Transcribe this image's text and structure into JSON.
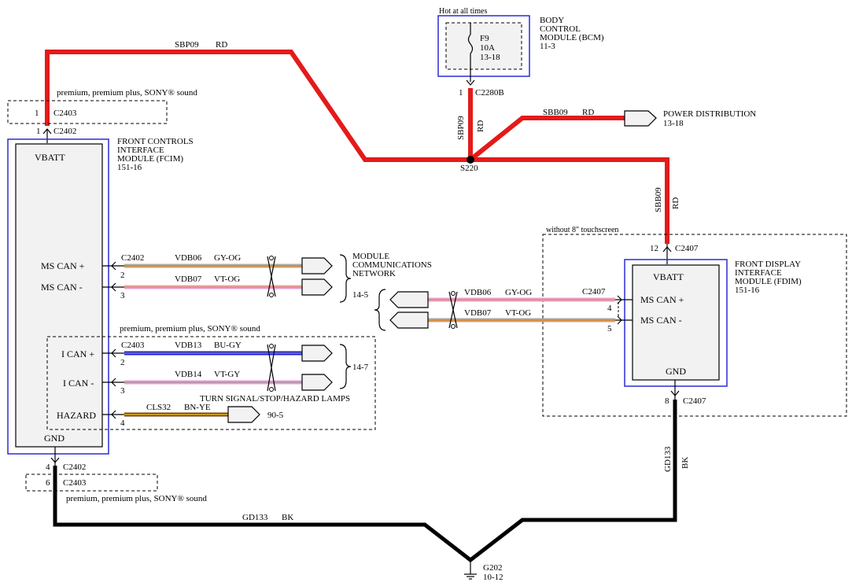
{
  "bcm": {
    "supply_note": "Hot at all times",
    "fuse_name": "F9",
    "fuse_rating": "10A",
    "fuse_ref": "13-18",
    "title_1": "BODY",
    "title_2": "CONTROL",
    "title_3": "MODULE (BCM)",
    "ref": "11-3",
    "pin": "1",
    "connector": "C2280B"
  },
  "splice": {
    "name": "S220",
    "wire_up_id": "SBP09",
    "wire_up_color": "RD"
  },
  "wires": {
    "sbp09_top_id": "SBP09",
    "sbp09_top_color": "RD",
    "sbb09_top_id": "SBB09",
    "sbb09_top_color": "RD",
    "sbb09_vert_id": "SBB09",
    "sbb09_vert_color": "RD",
    "gd133_vert_id": "GD133",
    "gd133_vert_color": "BK",
    "gd133_bottom_id": "GD133",
    "gd133_bottom_color": "BK"
  },
  "power_distribution": {
    "label": "POWER DISTRIBUTION",
    "ref": "13-18"
  },
  "fcim": {
    "title_1": "FRONT CONTROLS",
    "title_2": "INTERFACE",
    "title_3": "MODULE (FCIM)",
    "ref": "151-16",
    "vbatt": "VBATT",
    "gnd": "GND",
    "ms_can_plus": "MS CAN +",
    "ms_can_minus": "MS CAN -",
    "i_can_plus": "I CAN +",
    "i_can_minus": "I CAN -",
    "hazard": "HAZARD",
    "option_top": "premium, premium plus, SONY® sound",
    "option_mid": "premium, premium plus, SONY® sound",
    "option_bottom": "premium, premium plus, SONY® sound",
    "c2403_top_pin": "1",
    "c2403_top": "C2403",
    "c2402_top_pin": "1",
    "c2402_top": "C2402",
    "c2402_bottom_pin": "4",
    "c2402_bottom": "C2402",
    "c2403_bottom_pin": "6",
    "c2403_bottom": "C2403"
  },
  "fcim_circuits": {
    "ms_connector": "C2402",
    "ms_plus_pin": "2",
    "ms_minus_pin": "3",
    "vdb06_id": "VDB06",
    "vdb06_color": "GY-OG",
    "vdb07_id": "VDB07",
    "vdb07_color": "VT-OG",
    "i_connector": "C2403",
    "i_plus_pin": "2",
    "i_minus_pin": "3",
    "vdb13_id": "VDB13",
    "vdb13_color": "BU-GY",
    "vdb14_id": "VDB14",
    "vdb14_color": "VT-GY",
    "hazard_pin": "4",
    "cls32_id": "CLS32",
    "cls32_color": "BN-YE",
    "turn_signal_label": "TURN SIGNAL/STOP/HAZARD LAMPS",
    "turn_signal_ref": "90-5",
    "i_can_ref": "14-7"
  },
  "network": {
    "title_1": "MODULE",
    "title_2": "COMMUNICATIONS",
    "title_3": "NETWORK",
    "ref": "14-5"
  },
  "fdim": {
    "option": "without 8\" touchscreen",
    "title_1": "FRONT DISPLAY",
    "title_2": "INTERFACE",
    "title_3": "MODULE (FDIM)",
    "ref": "151-16",
    "vbatt": "VBATT",
    "gnd": "GND",
    "ms_can_plus": "MS CAN +",
    "ms_can_minus": "MS CAN -",
    "vbatt_pin": "12",
    "vbatt_connector": "C2407",
    "can_connector": "C2407",
    "ms_plus_pin": "4",
    "ms_minus_pin": "5",
    "vdb06_id": "VDB06",
    "vdb06_color": "GY-OG",
    "vdb07_id": "VDB07",
    "vdb07_color": "VT-OG",
    "gnd_pin": "8",
    "gnd_connector": "C2407"
  },
  "ground": {
    "name": "G202",
    "ref": "10-12"
  },
  "colors": {
    "red_wire": "#e41a1a",
    "black_wire": "#000000",
    "gray_wire": "#b0a99a",
    "orange_stripe": "#e8821e",
    "violet_wire": "#e7a0cf",
    "blue_wire": "#2020d8",
    "brown_wire": "#7a3d12",
    "yellow_stripe": "#f2d21a",
    "module_frame": "#2b2bd6",
    "module_fill": "#f2f2f2"
  }
}
